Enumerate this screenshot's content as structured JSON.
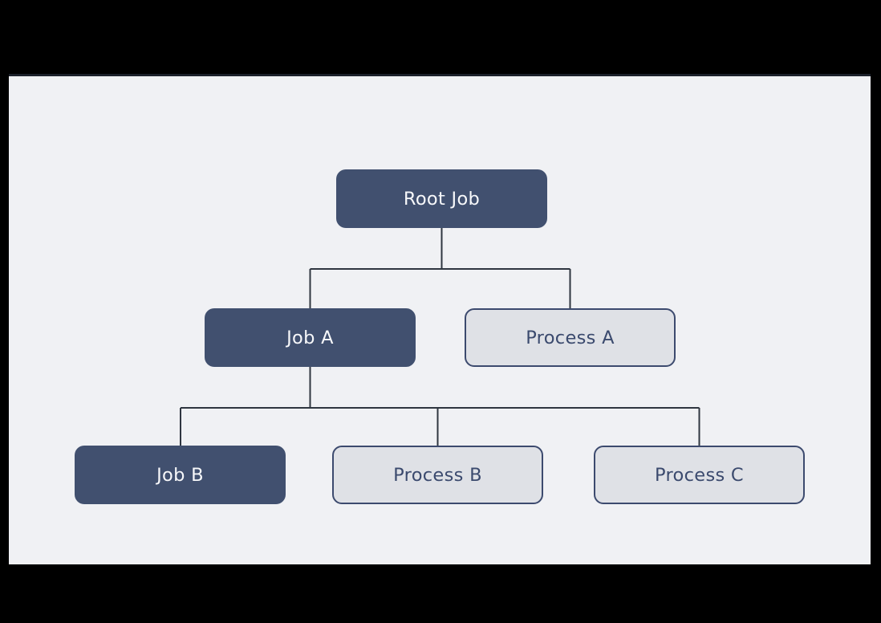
{
  "diagram": {
    "type": "tree",
    "nodes": [
      {
        "id": "root-job",
        "label": "Root Job",
        "kind": "job"
      },
      {
        "id": "job-a",
        "label": "Job A",
        "kind": "job"
      },
      {
        "id": "process-a",
        "label": "Process A",
        "kind": "process"
      },
      {
        "id": "job-b",
        "label": "Job B",
        "kind": "job"
      },
      {
        "id": "process-b",
        "label": "Process B",
        "kind": "process"
      },
      {
        "id": "process-c",
        "label": "Process C",
        "kind": "process"
      }
    ],
    "edges": [
      {
        "from": "root-job",
        "to": "job-a"
      },
      {
        "from": "root-job",
        "to": "process-a"
      },
      {
        "from": "job-a",
        "to": "job-b"
      },
      {
        "from": "job-a",
        "to": "process-b"
      },
      {
        "from": "job-a",
        "to": "process-c"
      }
    ],
    "colors": {
      "background": "#000000",
      "canvas": "#f0f1f4",
      "panel_edge": "#1b202a",
      "job_fill": "#41506f",
      "job_text": "#f7f8fa",
      "process_fill": "#dfe1e6",
      "process_border": "#3c4a6e",
      "process_text": "#3b4a6e",
      "connector": "#2f3640"
    }
  }
}
